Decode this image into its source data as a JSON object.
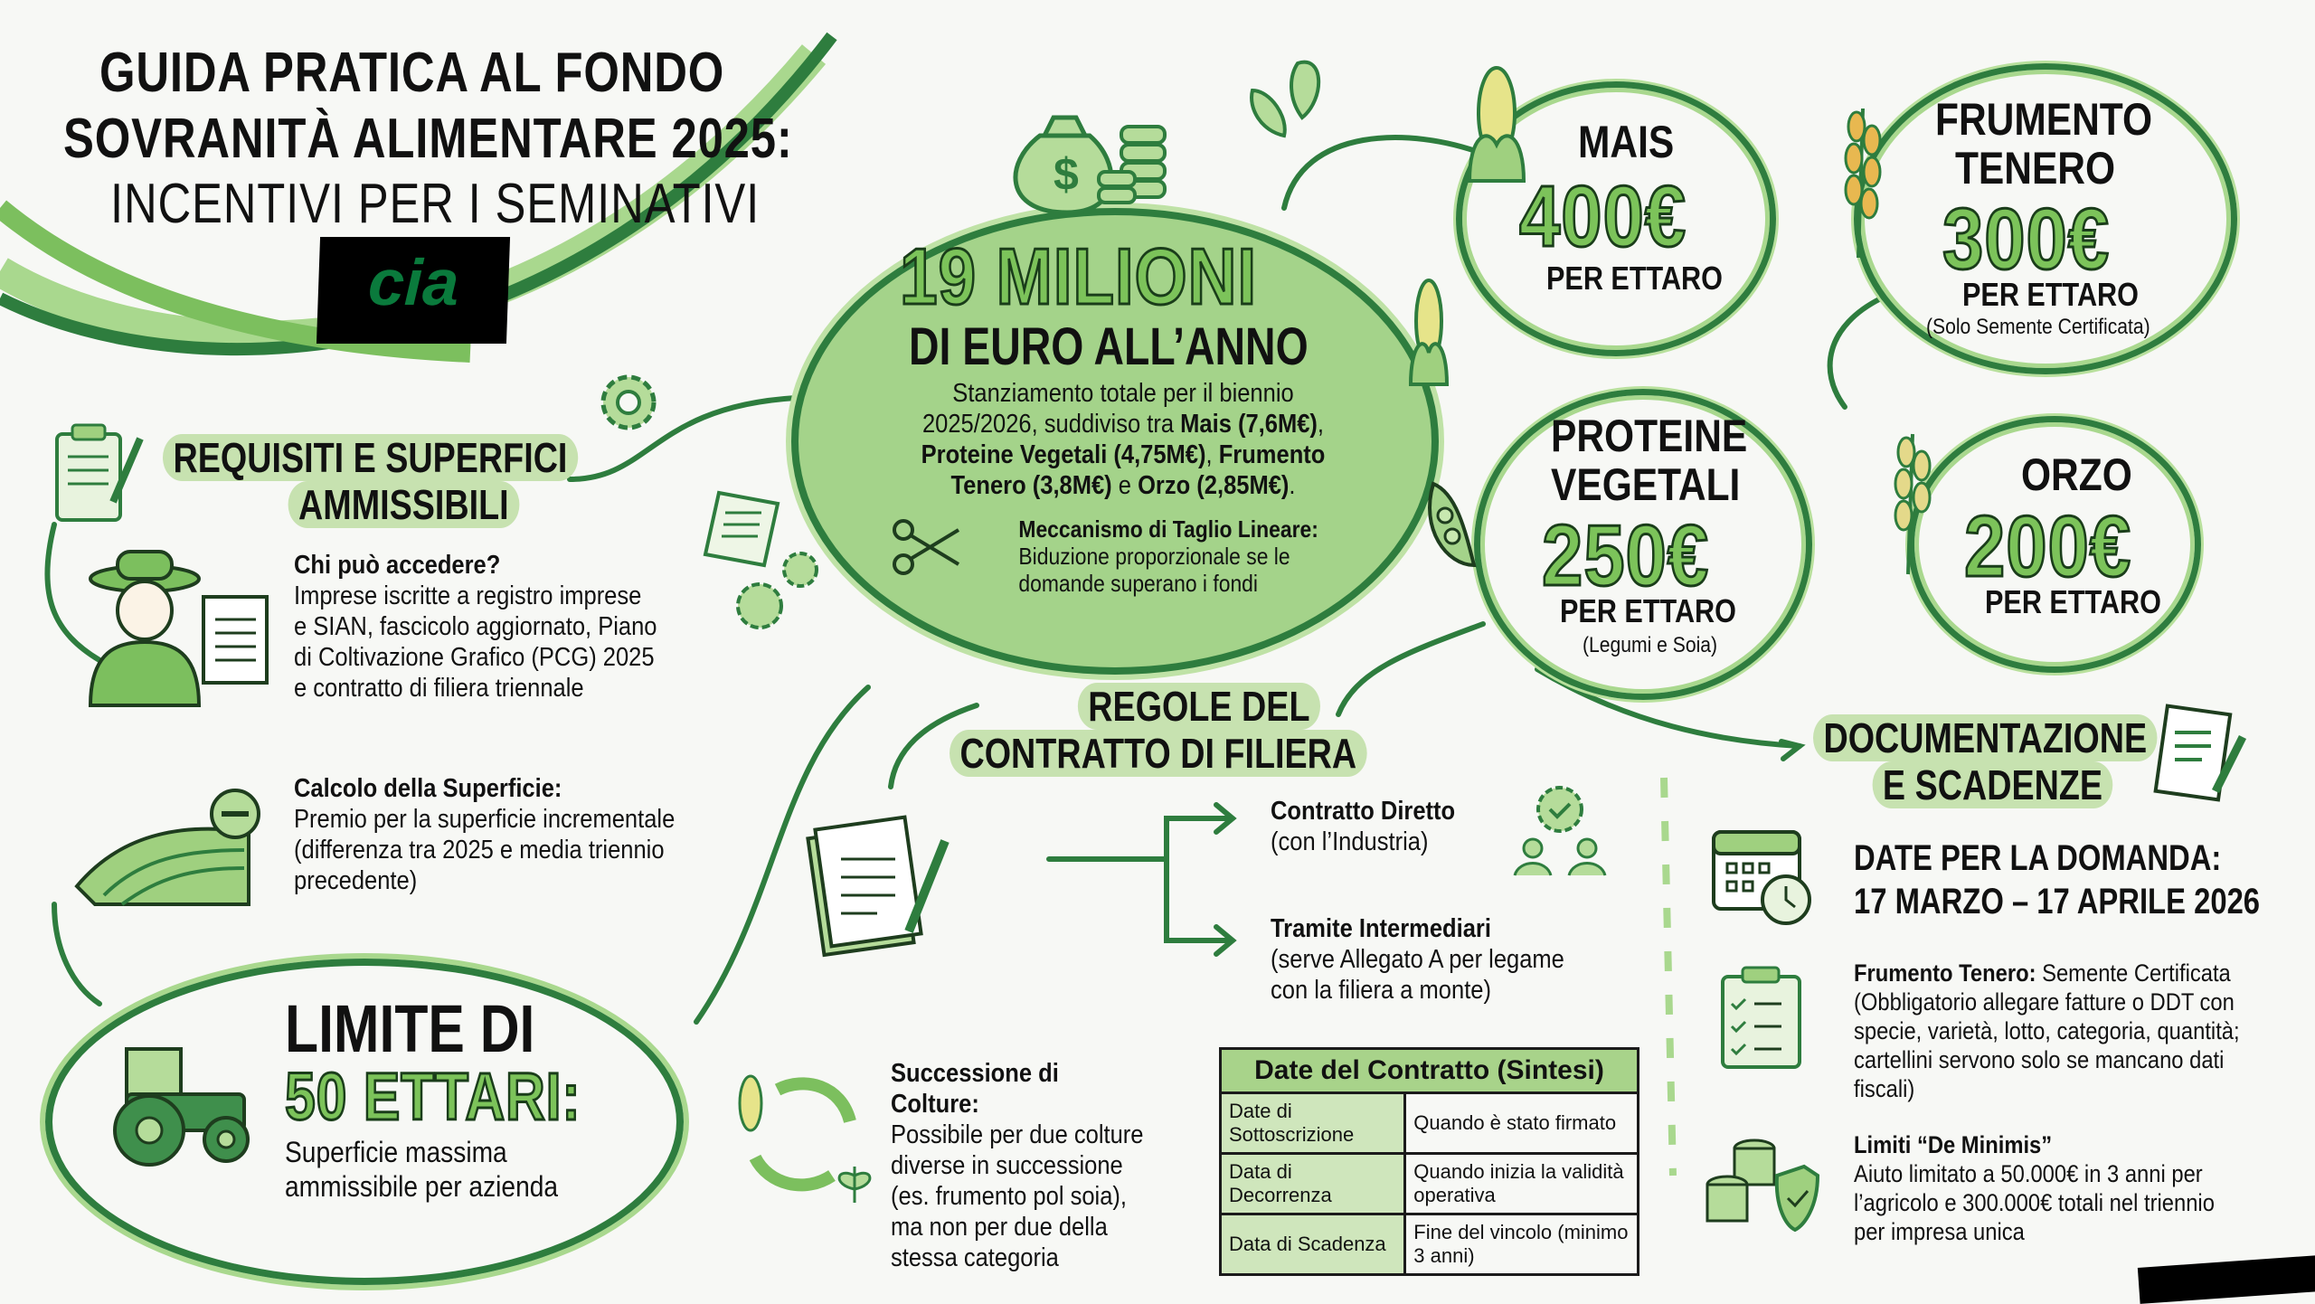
{
  "header": {
    "title_line1": "GUIDA PRATICA AL FONDO",
    "title_line2": "SOVRANITÀ ALIMENTARE 2025:",
    "subtitle": "INCENTIVI PER I SEMINATIVI",
    "logo_text": "cia"
  },
  "fund": {
    "amount": "19 MILIONI",
    "unit": "DI EURO ALL’ANNO",
    "desc_pre": "Stanziamento totale per il biennio 2025/2026, suddiviso tra ",
    "desc_mais": "Mais (7,6M€)",
    "desc_proteine": "Proteine Vegetali (4,75M€)",
    "desc_frumento": "Frumento Tenero (3,8M€)",
    "desc_e": " e ",
    "desc_orzo": "Orzo (2,85M€)",
    "mechanism_title": "Meccanismo di Taglio Lineare:",
    "mechanism_text": "Biduzione proporzionale se le domande superano i fondi"
  },
  "crops": [
    {
      "name": "MAIS",
      "amount": "400€",
      "per": "PER ETTARO",
      "note": ""
    },
    {
      "name": "FRUMENTO TENERO",
      "amount": "300€",
      "per": "PER ETTARO",
      "note": "(Solo Semente Certificata)"
    },
    {
      "name": "PROTEINE VEGETALI",
      "amount": "250€",
      "per": "PER ETTARO",
      "note": "(Legumi e Soia)"
    },
    {
      "name": "ORZO",
      "amount": "200€",
      "per": "PER ETTARO",
      "note": ""
    }
  ],
  "requisiti": {
    "heading_line1": "REQUISITI E SUPERFICI",
    "heading_line2": "AMMISSIBILI",
    "who_title": "Chi può accedere?",
    "who_text": "Imprese iscritte a registro imprese e SIAN, fascicolo aggiornato, Piano di Coltivazione Grafico (PCG) 2025 e contratto di filiera triennale",
    "calc_title": "Calcolo della Superficie:",
    "calc_text": "Premio per la superficie incrementale (differenza tra 2025 e media triennio precedente)"
  },
  "limite": {
    "line1": "LIMITE DI",
    "line2": "50 ETTARI:",
    "text": "Superficie massima ammissibile per azienda"
  },
  "contratto": {
    "heading_line1": "REGOLE DEL",
    "heading_line2": "CONTRATTO DI FILIERA",
    "direct_title": "Contratto Diretto",
    "direct_text": "(con l’Industria)",
    "inter_title": "Tramite Intermediari",
    "inter_text": "(serve Allegato A per legame con la filiera a monte)",
    "succ_title": "Successione di Colture:",
    "succ_text": "Possibile per due colture diverse in successione (es. frumento pol soia), ma non per due della stessa categoria",
    "table": {
      "title": "Date del Contratto (Sintesi)",
      "rows": [
        [
          "Date di Sottoscrizione",
          "Quando è stato firmato"
        ],
        [
          "Data di Decorrenza",
          "Quando inizia la validità operativa"
        ],
        [
          "Data di Scadenza",
          "Fine del vincolo (minimo 3 anni)"
        ]
      ]
    }
  },
  "documentazione": {
    "heading_line1": "DOCUMENTAZIONE",
    "heading_line2": "E SCADENZE",
    "dates_label": "DATE PER LA DOMANDA:",
    "dates_value": "17 MARZO – 17 APRILE 2026",
    "frumento_title": "Frumento Tenero:",
    "frumento_title_rest": " Semente Certificata",
    "frumento_text": "(Obbligatorio allegare fatture o DDT con specie, varietà, lotto, categoria, quantità; cartellini servono solo se mancano dati fiscali)",
    "minimis_title": "Limiti “De Minimis”",
    "minimis_text": "Aiuto limitato a 50.000€ in 3 anni per l’agricolo e 300.000€ totali nel triennio per impresa unica"
  },
  "colors": {
    "dark_green": "#2e7d3e",
    "light_green": "#a9d88e",
    "fill_green": "#9fd07f",
    "logo_green": "#0a7a3c",
    "background": "#f7f8f5"
  }
}
